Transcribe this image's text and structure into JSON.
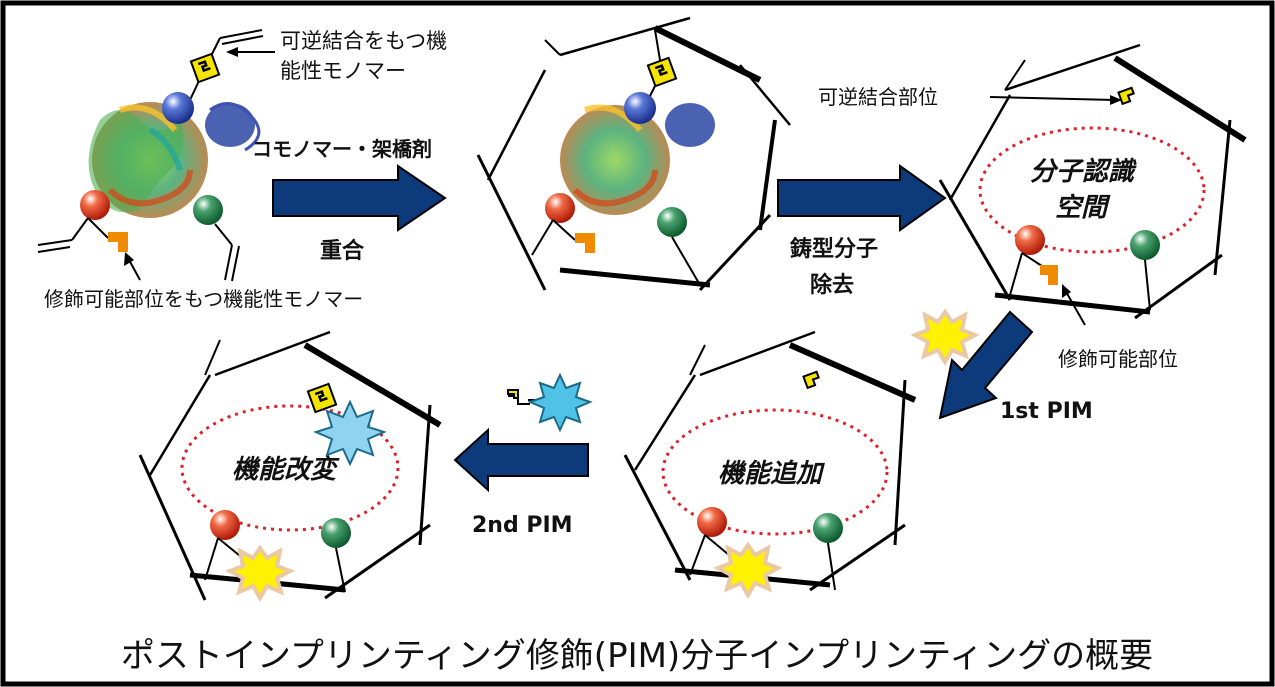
{
  "labels": {
    "reversible_monomer_line1": "可逆結合をもつ機",
    "reversible_monomer_line2": "能性モノマー",
    "comonomer": "コモノマー・架橋剤",
    "polymerization": "重合",
    "modifiable_monomer": "修飾可能部位をもつ機能性モノマー",
    "template_removal_line1": "鋳型分子",
    "template_removal_line2": "除去",
    "reversible_site": "可逆結合部位",
    "recognition_space_line1": "分子認識",
    "recognition_space_line2": "空間",
    "modifiable_site": "修飾可能部位",
    "first_pim": "1st PIM",
    "function_added": "機能追加",
    "second_pim": "2nd PIM",
    "function_modified": "機能改変"
  },
  "footer": {
    "title": "ポストインプリンティング修飾(PIM)分子インプリンティングの概要"
  },
  "colors": {
    "arrow_fill": "#0d3a7a",
    "border": "#000000",
    "cavity_dotted": "#e0202a",
    "link_yellow": "#f5e400",
    "orange_site": "#f08a00",
    "sphere_red": "#e23b1f",
    "sphere_green": "#1d8a4c",
    "sphere_blue": "#2f52b5",
    "burst_yellow": "#fff200",
    "burst_cyan": "#4fc2e6"
  }
}
